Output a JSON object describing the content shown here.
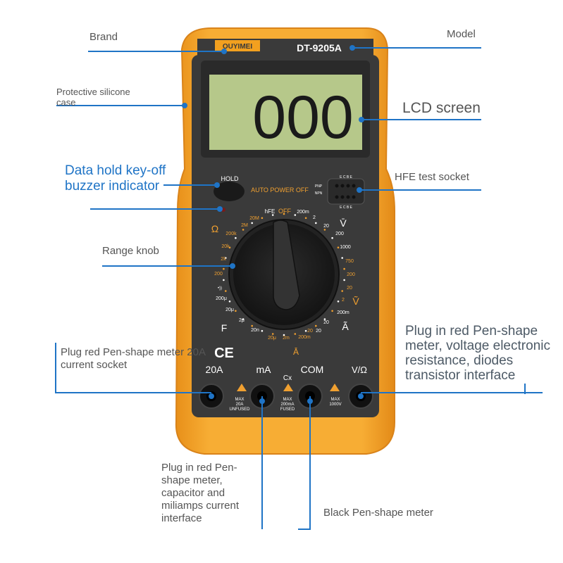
{
  "device": {
    "brand": "OUYIMEI",
    "model": "DT-9205A",
    "display": "000",
    "hold_label": "HOLD",
    "auto_power_off": "AUTO POWER OFF",
    "hfe_top": "E C B E",
    "hfe_bottom": "E C B E",
    "hfe_pnp": "PNP",
    "hfe_npn": "NPN",
    "ce_mark": "CE",
    "dial": {
      "off": "OFF",
      "hfe": "hFE",
      "ohm_symbol": "Ω",
      "farad_symbol": "F",
      "dcv_symbol": "V̄",
      "acv_symbol": "Ṽ",
      "aca_symbol": "Ã",
      "dca_symbol": "Ā",
      "ohm_ranges": [
        "20M",
        "2M",
        "200k",
        "20k",
        "2k",
        "200"
      ],
      "dcv_ranges": [
        "200m",
        "2",
        "20",
        "200",
        "1000"
      ],
      "acv_ranges": [
        "750",
        "200",
        "20",
        "2"
      ],
      "aca_ranges": [
        "200m",
        "20",
        "20"
      ],
      "dca_ranges": [
        "20",
        "200m",
        "2m",
        "20μ"
      ],
      "cap_ranges": [
        "20n",
        "2μ",
        "20μ",
        "200μ"
      ],
      "beep_symbol": "•))"
    },
    "jacks": {
      "j20a": "20A",
      "ma": "mA",
      "com": "COM",
      "vohm": "V/Ω",
      "cx": "Cx",
      "warn1": [
        "MAX",
        "20A",
        "UNFUSED"
      ],
      "warn2": [
        "MAX",
        "200mA",
        "FUSED"
      ],
      "warn3": [
        "MAX",
        "1000V"
      ]
    }
  },
  "callouts": {
    "brand": "Brand",
    "model": "Model",
    "case": "Protective silicone case",
    "lcd": "LCD screen",
    "hold": "Data hold key-off buzzer indicator",
    "hfe": "HFE test socket",
    "knob": "Range knob",
    "plug20a": "Plug red Pen-shape meter 20A current socket",
    "vohm": "Plug in red Pen-shape meter, voltage electronic resistance, diodes transistor interface",
    "ma": "Plug in red Pen-shape meter, capacitor and miliamps current interface",
    "com": "Black Pen-shape meter"
  },
  "colors": {
    "case": "#f5a623",
    "body": "#3a3a3a",
    "lcd": "#b6c88a",
    "leader": "#1f74c6",
    "dial_text": "#f0a030"
  }
}
